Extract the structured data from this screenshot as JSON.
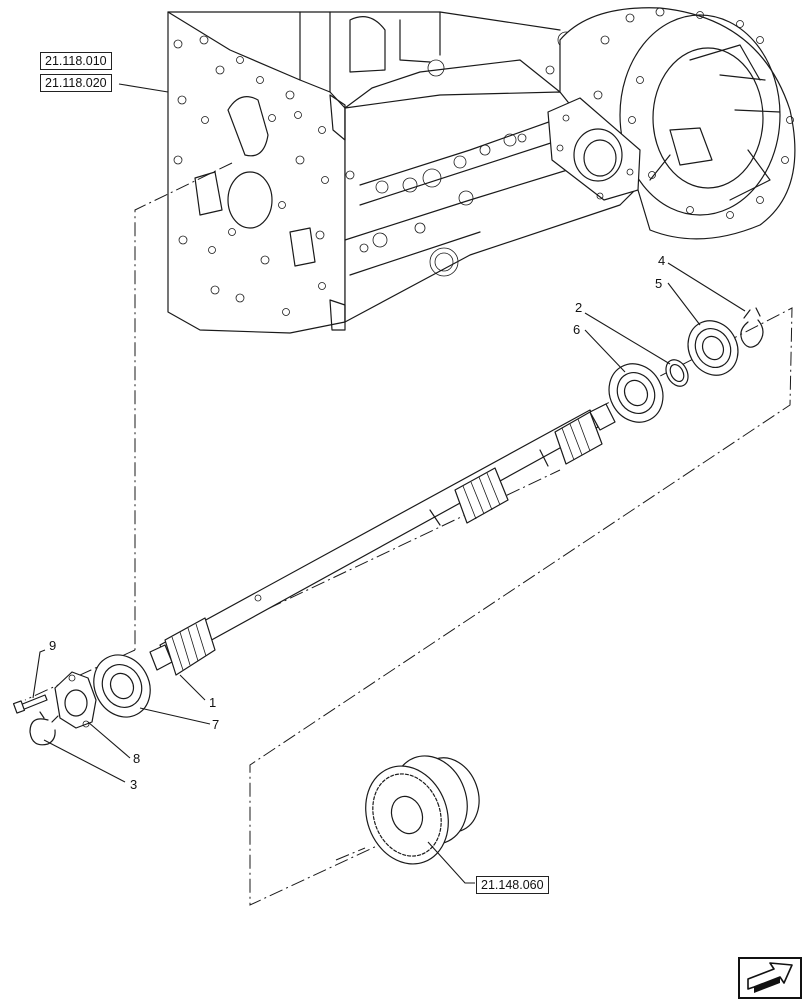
{
  "references": {
    "top_1": "21.118.010",
    "top_2": "21.118.020",
    "bottom": "21.148.060"
  },
  "callouts": [
    "1",
    "2",
    "3",
    "4",
    "5",
    "6",
    "7",
    "8",
    "9"
  ],
  "nav": {
    "icon": "next-page-arrow-icon"
  }
}
